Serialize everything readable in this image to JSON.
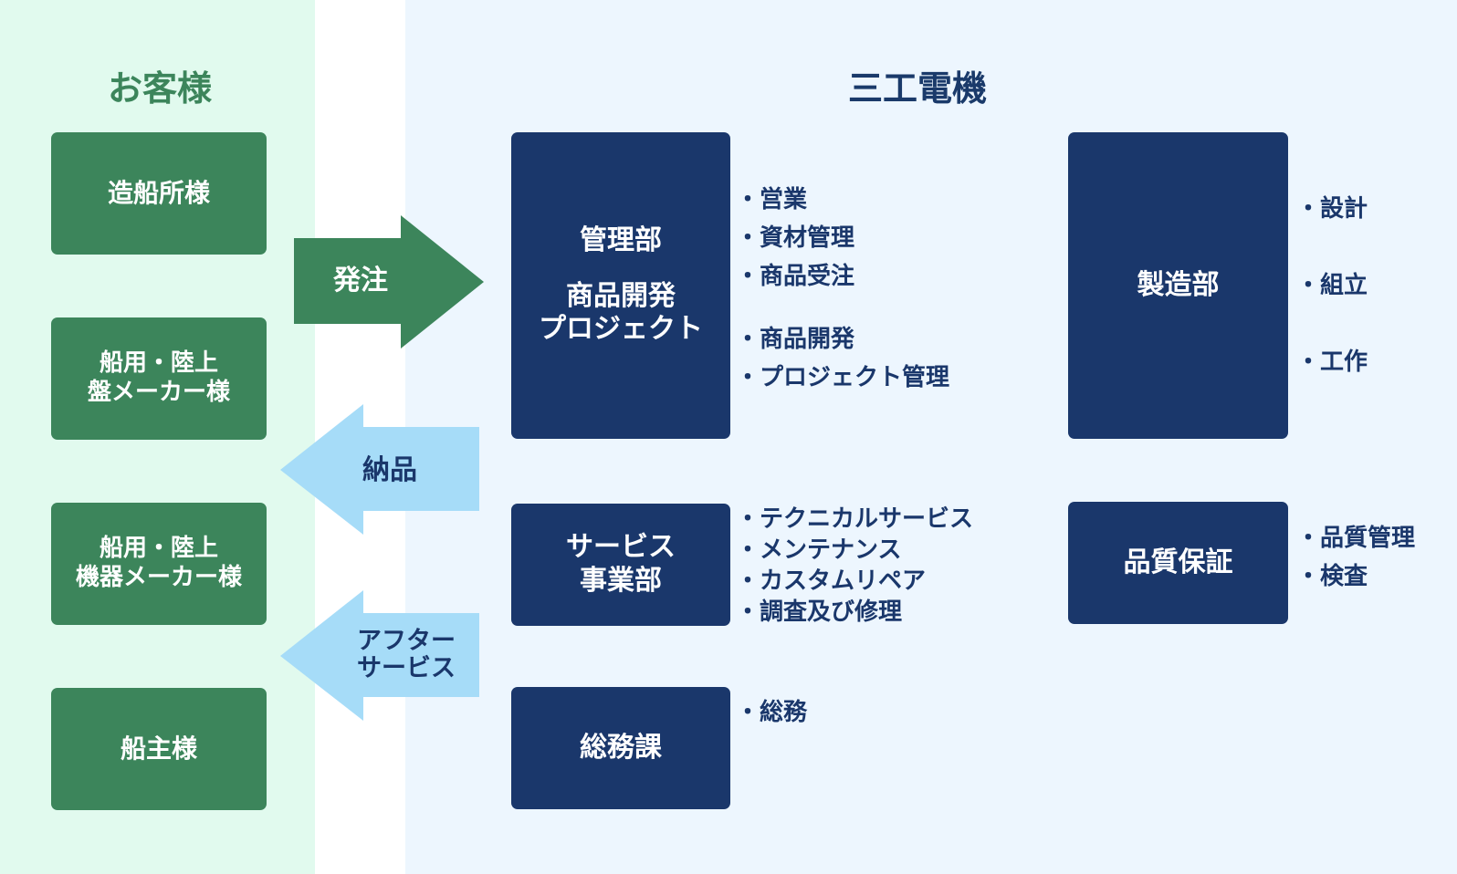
{
  "customers": {
    "heading": "お客様",
    "boxes": [
      {
        "lines": [
          "造船所様"
        ]
      },
      {
        "lines": [
          "船用・陸上",
          "盤メーカー様"
        ]
      },
      {
        "lines": [
          "船用・陸上",
          "機器メーカー様"
        ]
      },
      {
        "lines": [
          "船主様"
        ]
      }
    ]
  },
  "company": {
    "heading": "三工電機",
    "departments": {
      "management": {
        "title": "管理部",
        "subtitle_lines": [
          "商品開発",
          "プロジェクト"
        ]
      },
      "service": {
        "lines": [
          "サービス",
          "事業部"
        ]
      },
      "general_affairs": {
        "title": "総務課"
      },
      "manufacturing": {
        "title": "製造部"
      },
      "quality": {
        "title": "品質保証"
      }
    },
    "bullets": {
      "management": [
        "営業",
        "資材管理",
        "商品受注"
      ],
      "product_dev": [
        "商品開発",
        "プロジェクト管理"
      ],
      "service": [
        "テクニカルサービス",
        "メンテナンス",
        "カスタムリペア",
        "調査及び修理"
      ],
      "general_affairs": [
        "総務"
      ],
      "manufacturing": [
        "設計",
        "組立",
        "工作"
      ],
      "quality": [
        "品質管理",
        "検査"
      ]
    }
  },
  "flows": {
    "order": {
      "label": "発注"
    },
    "delivery": {
      "label": "納品"
    },
    "after_service": {
      "lines": [
        "アフター",
        "サービス"
      ]
    }
  },
  "colors": {
    "customer_green": "#3c855b",
    "company_navy": "#1a376b",
    "arrow_green": "#3c855b",
    "arrow_blue": "#a6dcf8",
    "left_panel_bg": "#e1faee",
    "right_panel_bg": "#edf6fe"
  }
}
